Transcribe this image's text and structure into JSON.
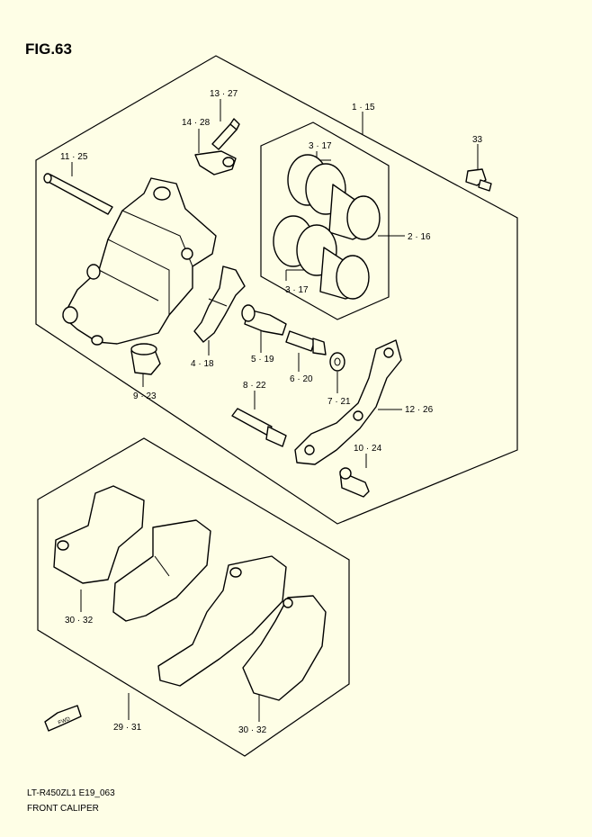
{
  "figure": {
    "title": "FIG.63"
  },
  "labels": {
    "p13_27": "13 · 27",
    "p14_28": "14 · 28",
    "p1_15": "1 · 15",
    "p3_17_top": "3 · 17",
    "p33": "33",
    "p11_25": "11 · 25",
    "p2_16": "2 · 16",
    "p3_17_bottom": "3 · 17",
    "p4_18": "4 · 18",
    "p5_19": "5 · 19",
    "p6_20": "6 · 20",
    "p7_21": "7 · 21",
    "p12_26": "12 · 26",
    "p8_22": "8 · 22",
    "p9_23": "9 · 23",
    "p10_24": "10 · 24",
    "p30_32_left": "30 · 32",
    "p29_31": "29 · 31",
    "p30_32_right": "30 · 32",
    "fwd": "FWD"
  },
  "footer": {
    "code": "LT-R450ZL1 E19_063",
    "name": "FRONT CALIPER"
  },
  "colors": {
    "background": "#fefee6",
    "line": "#000000"
  }
}
